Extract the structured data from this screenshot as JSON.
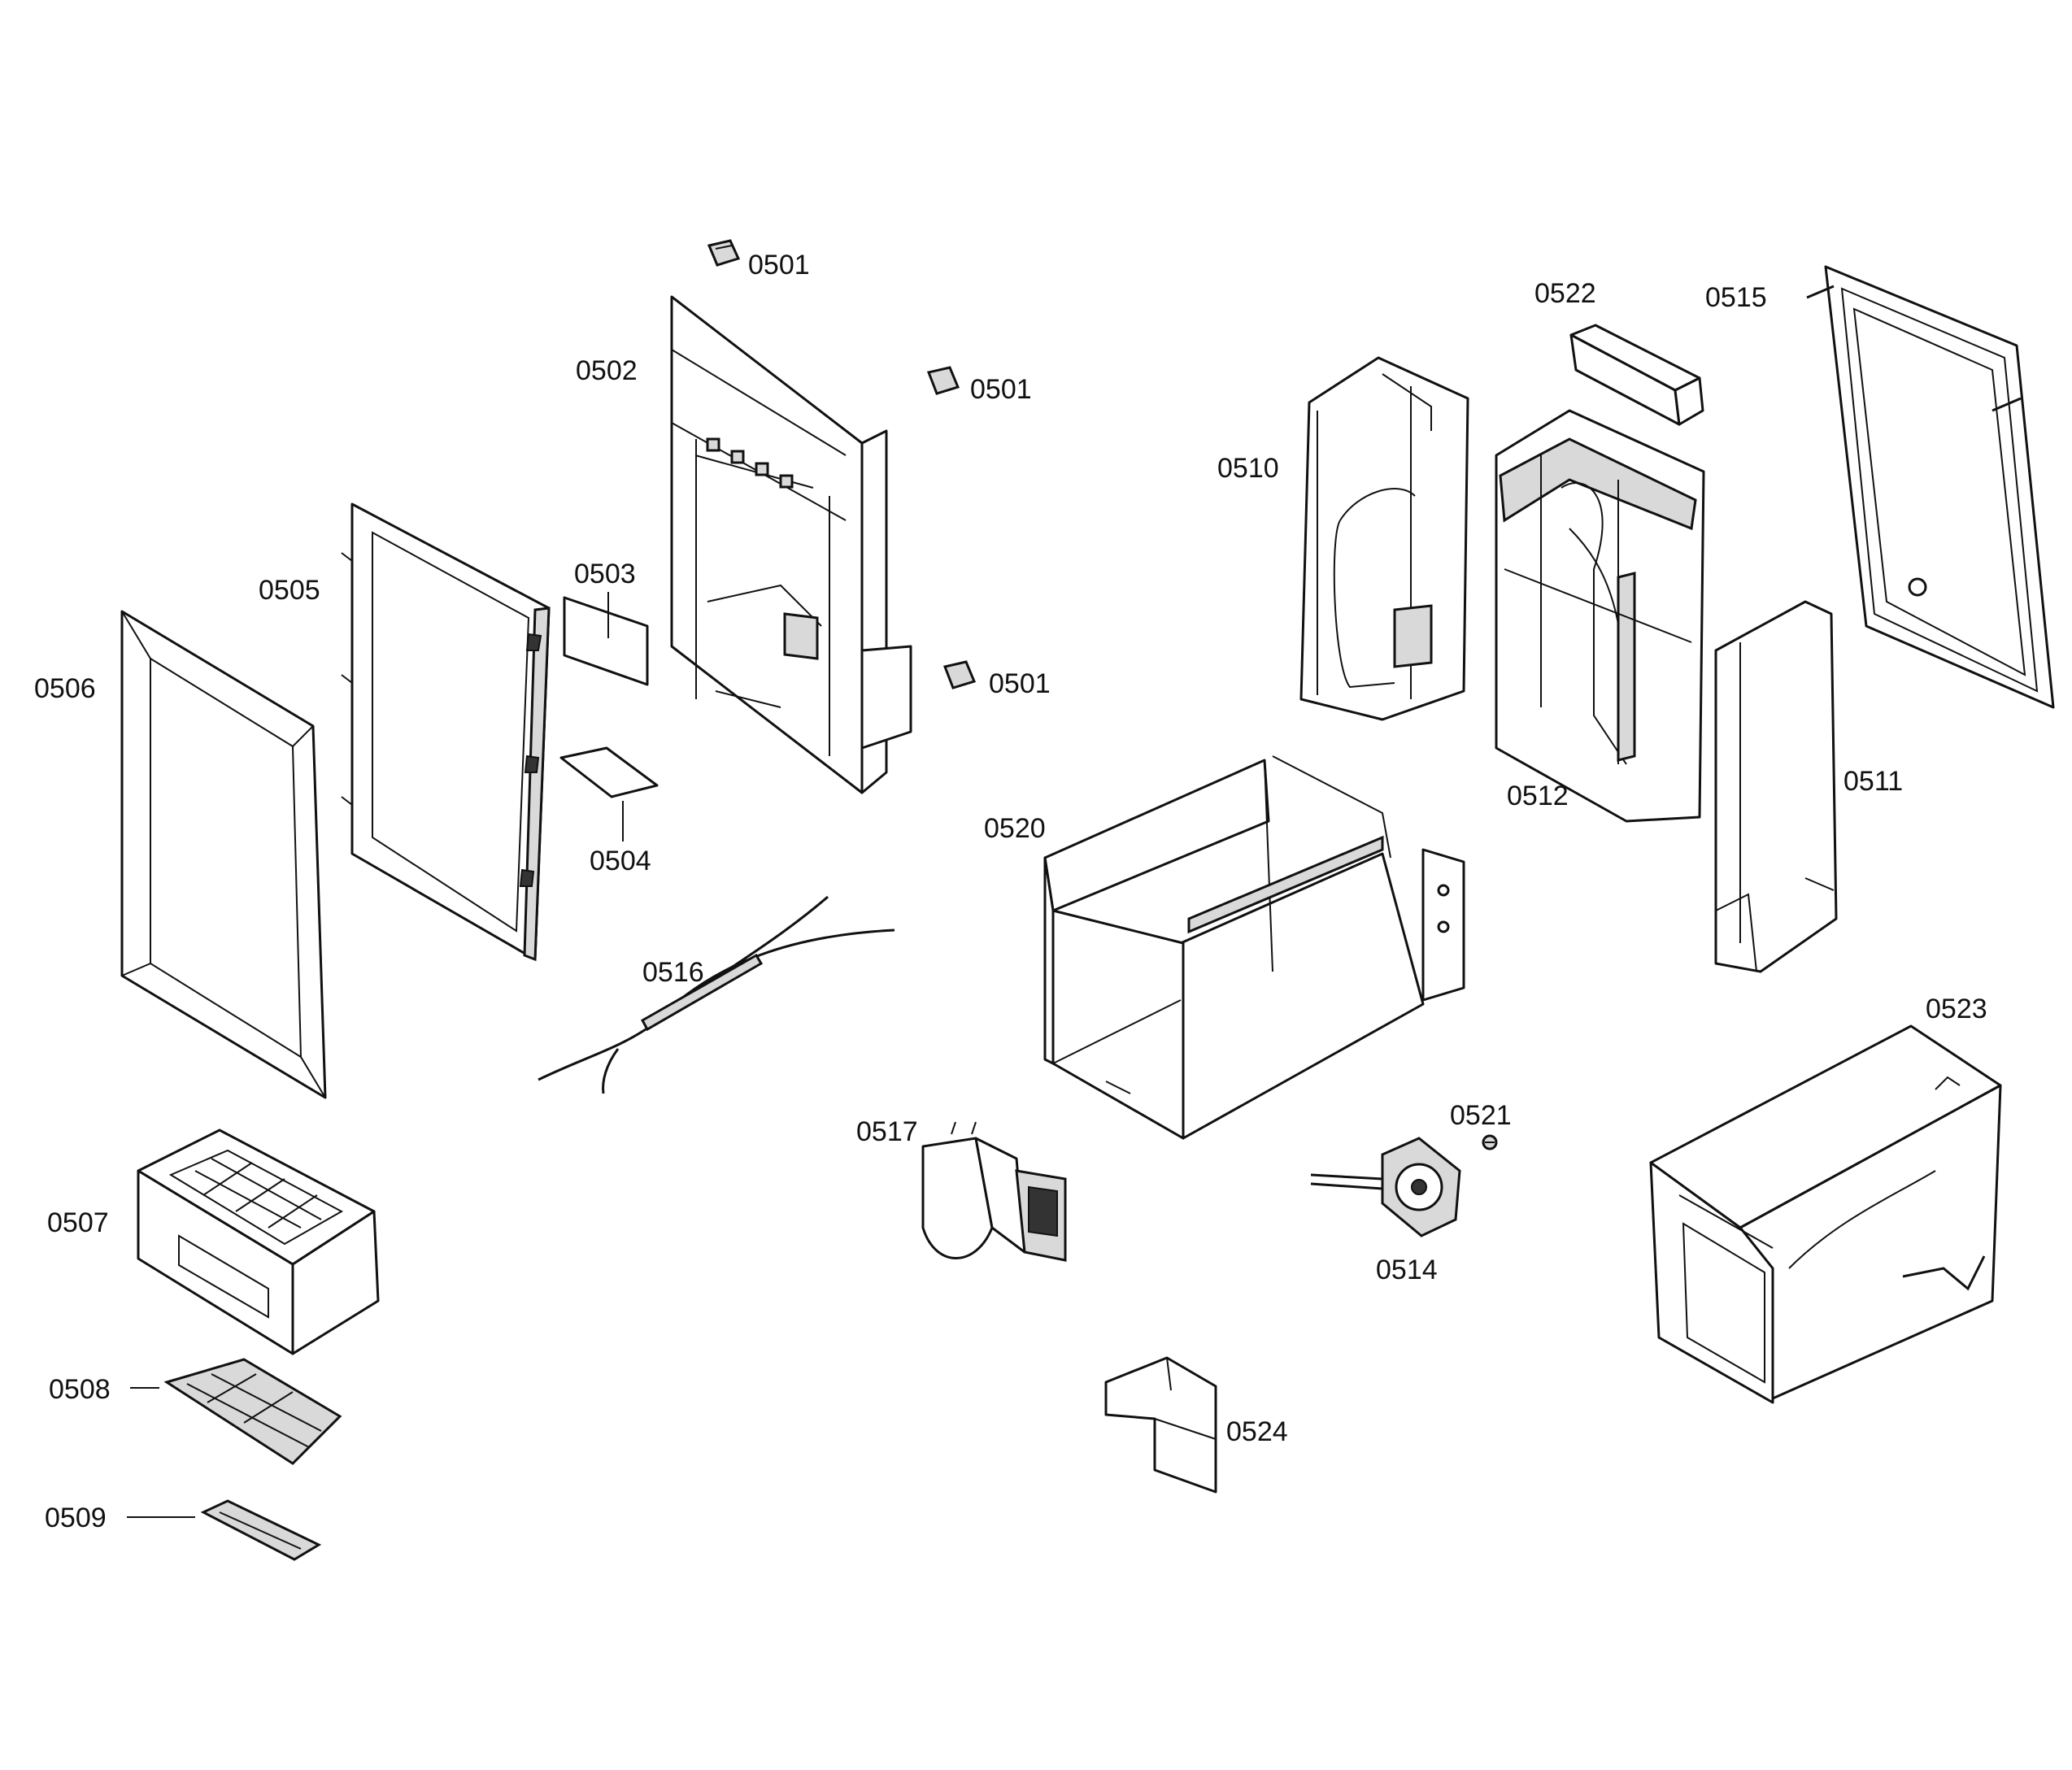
{
  "diagram": {
    "labels": {
      "p0501a": "0501",
      "p0501b": "0501",
      "p0501c": "0501",
      "p0502": "0502",
      "p0503": "0503",
      "p0504": "0504",
      "p0505": "0505",
      "p0506": "0506",
      "p0507": "0507",
      "p0508": "0508",
      "p0509": "0509",
      "p0510": "0510",
      "p0511": "0511",
      "p0512": "0512",
      "p0514": "0514",
      "p0515": "0515",
      "p0516": "0516",
      "p0517": "0517",
      "p0520": "0520",
      "p0521": "0521",
      "p0522": "0522",
      "p0523": "0523",
      "p0524": "0524"
    }
  }
}
